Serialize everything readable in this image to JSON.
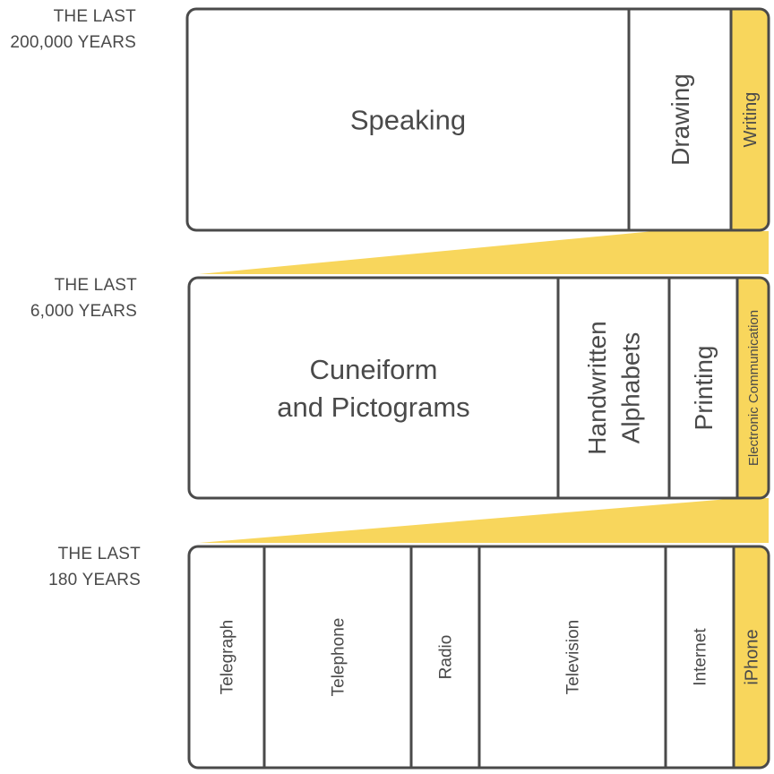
{
  "colors": {
    "accent": "#f8d65c",
    "stroke": "#4a4a4a",
    "text": "#4a4a4a",
    "background": "#ffffff"
  },
  "eras": [
    {
      "label": [
        "THE LAST",
        "200,000 YEARS"
      ],
      "segments": [
        {
          "text": [
            "Speaking"
          ],
          "highlight": false
        },
        {
          "text": [
            "Drawing"
          ],
          "highlight": false
        },
        {
          "text": [
            "Writing"
          ],
          "highlight": true
        }
      ]
    },
    {
      "label": [
        "THE LAST",
        "6,000 YEARS"
      ],
      "segments": [
        {
          "text": [
            "Cuneiform",
            "and Pictograms"
          ],
          "highlight": false
        },
        {
          "text": [
            "Handwritten",
            "Alphabets"
          ],
          "highlight": false
        },
        {
          "text": [
            "Printing"
          ],
          "highlight": false
        },
        {
          "text": [
            "Electronic Communication"
          ],
          "highlight": true
        }
      ]
    },
    {
      "label": [
        "THE LAST",
        "180 YEARS"
      ],
      "segments": [
        {
          "text": [
            "Telegraph"
          ],
          "highlight": false
        },
        {
          "text": [
            "Telephone"
          ],
          "highlight": false
        },
        {
          "text": [
            "Radio"
          ],
          "highlight": false
        },
        {
          "text": [
            "Television"
          ],
          "highlight": false
        },
        {
          "text": [
            "Internet"
          ],
          "highlight": false
        },
        {
          "text": [
            "iPhone"
          ],
          "highlight": true
        }
      ]
    }
  ]
}
